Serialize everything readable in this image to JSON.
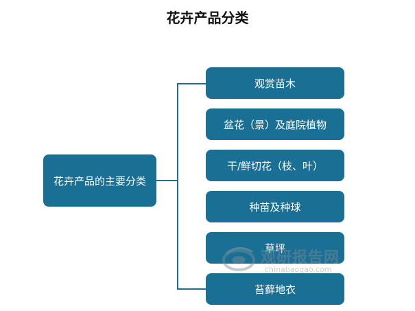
{
  "title": "花卉产品分类",
  "root": "花卉产品的主要分类",
  "items": [
    "观赏苗木",
    "盆花（景）及庭院植物",
    "干/鲜切花（枝、叶）",
    "种苗及种球",
    "草坪",
    "苔藓地衣"
  ],
  "watermark": {
    "text": "观研报告网",
    "url": "chinabaogao.com"
  },
  "colors": {
    "box": "#1a6f95",
    "line": "#1a6f95"
  }
}
